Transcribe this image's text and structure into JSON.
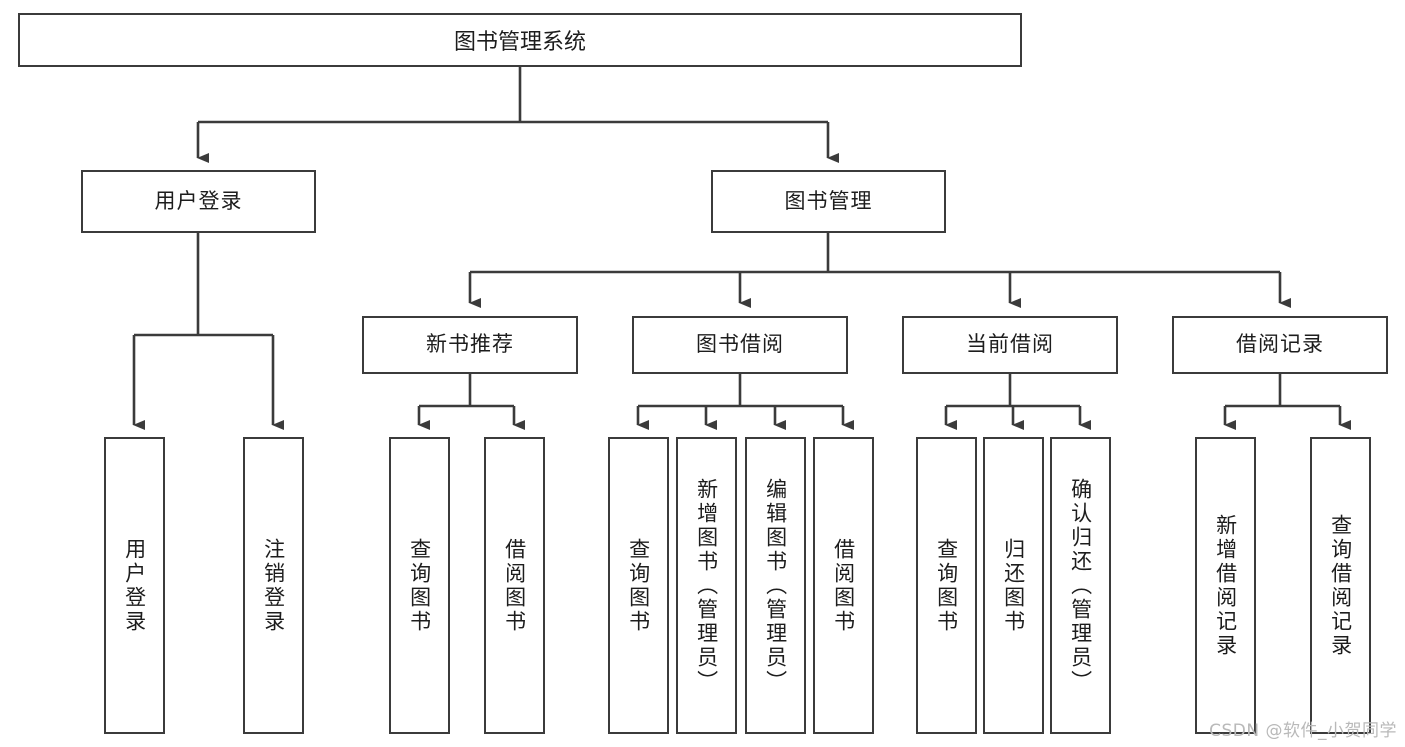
{
  "diagram": {
    "title": "图书管理系统",
    "type": "tree",
    "orientation": "top-down",
    "colors": {
      "box_border": "#3b3b3b",
      "box_fill": "#ffffff",
      "line": "#3b3b3b",
      "text": "#1d1d1d",
      "watermark": "#b9b9b9"
    },
    "root": {
      "label": "图书管理系统"
    },
    "level2": [
      {
        "label": "用户登录"
      },
      {
        "label": "图书管理"
      }
    ],
    "level3": [
      {
        "label": "新书推荐"
      },
      {
        "label": "图书借阅"
      },
      {
        "label": "当前借阅"
      },
      {
        "label": "借阅记录"
      }
    ],
    "leaves": {
      "user_login": [
        {
          "label": "用户登录"
        },
        {
          "label": "注销登录"
        }
      ],
      "new_book_recommend": [
        {
          "label": "查询图书"
        },
        {
          "label": "借阅图书"
        }
      ],
      "book_borrow": [
        {
          "label": "查询图书"
        },
        {
          "label": "新增图书（管理员）"
        },
        {
          "label": "编辑图书（管理员）"
        },
        {
          "label": "借阅图书"
        }
      ],
      "current_borrow": [
        {
          "label": "查询图书"
        },
        {
          "label": "归还图书"
        },
        {
          "label": "确认归还（管理员）"
        }
      ],
      "borrow_record": [
        {
          "label": "新增借阅记录"
        },
        {
          "label": "查询借阅记录"
        }
      ]
    }
  },
  "watermark": {
    "text": "CSDN @软件_小贺同学"
  }
}
